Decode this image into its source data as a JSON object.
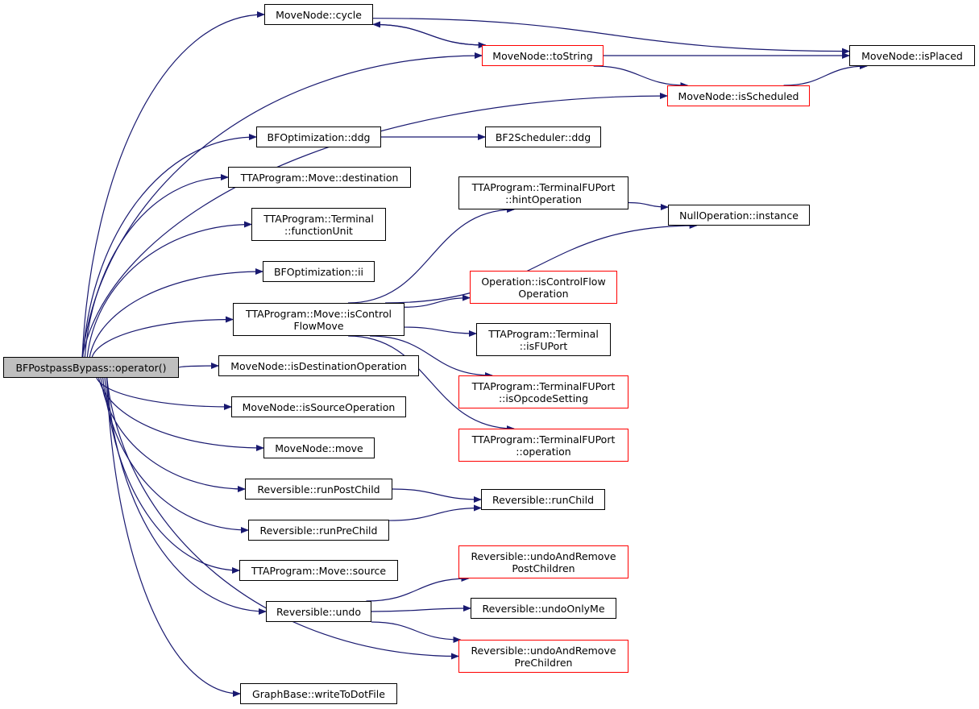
{
  "colors": {
    "edge": "#191970",
    "box_border": "#000000",
    "incomplete_border": "#ff0000",
    "root_fill": "#bfbfbf"
  },
  "nodes": {
    "root": {
      "lines": [
        "BFPostpassBypass::operator()"
      ]
    },
    "cycle": {
      "lines": [
        "MoveNode::cycle"
      ]
    },
    "toString": {
      "lines": [
        "MoveNode::toString"
      ]
    },
    "isPlaced": {
      "lines": [
        "MoveNode::isPlaced"
      ]
    },
    "isScheduled": {
      "lines": [
        "MoveNode::isScheduled"
      ]
    },
    "bfoptDdg": {
      "lines": [
        "BFOptimization::ddg"
      ]
    },
    "bf2Ddg": {
      "lines": [
        "BF2Scheduler::ddg"
      ]
    },
    "moveDestination": {
      "lines": [
        "TTAProgram::Move::destination"
      ]
    },
    "terminalFunctionUnit": {
      "lines": [
        "TTAProgram::Terminal",
        "::functionUnit"
      ]
    },
    "bfoptIi": {
      "lines": [
        "BFOptimization::ii"
      ]
    },
    "isControlFlowMove": {
      "lines": [
        "TTAProgram::Move::isControl",
        "FlowMove"
      ]
    },
    "hintOperation": {
      "lines": [
        "TTAProgram::TerminalFUPort",
        "::hintOperation"
      ]
    },
    "nullOperation": {
      "lines": [
        "NullOperation::instance"
      ]
    },
    "isControlFlowOperation": {
      "lines": [
        "Operation::isControlFlow",
        "Operation"
      ]
    },
    "isFUPort": {
      "lines": [
        "TTAProgram::Terminal",
        "::isFUPort"
      ]
    },
    "isOpcodeSetting": {
      "lines": [
        "TTAProgram::TerminalFUPort",
        "::isOpcodeSetting"
      ]
    },
    "fuPortOperation": {
      "lines": [
        "TTAProgram::TerminalFUPort",
        "::operation"
      ]
    },
    "isDestinationOperation": {
      "lines": [
        "MoveNode::isDestinationOperation"
      ]
    },
    "isSourceOperation": {
      "lines": [
        "MoveNode::isSourceOperation"
      ]
    },
    "moveNodeMove": {
      "lines": [
        "MoveNode::move"
      ]
    },
    "runPostChild": {
      "lines": [
        "Reversible::runPostChild"
      ]
    },
    "runChild": {
      "lines": [
        "Reversible::runChild"
      ]
    },
    "runPreChild": {
      "lines": [
        "Reversible::runPreChild"
      ]
    },
    "moveSource": {
      "lines": [
        "TTAProgram::Move::source"
      ]
    },
    "undo": {
      "lines": [
        "Reversible::undo"
      ]
    },
    "undoAndRemovePostChildren": {
      "lines": [
        "Reversible::undoAndRemove",
        "PostChildren"
      ]
    },
    "undoOnlyMe": {
      "lines": [
        "Reversible::undoOnlyMe"
      ]
    },
    "undoAndRemovePreChildren": {
      "lines": [
        "Reversible::undoAndRemove",
        "PreChildren"
      ]
    },
    "writeToDotFile": {
      "lines": [
        "GraphBase::writeToDotFile"
      ]
    }
  },
  "edges": [
    [
      "root",
      "cycle"
    ],
    [
      "root",
      "toString"
    ],
    [
      "root",
      "isScheduled"
    ],
    [
      "root",
      "bfoptDdg"
    ],
    [
      "root",
      "moveDestination"
    ],
    [
      "root",
      "terminalFunctionUnit"
    ],
    [
      "root",
      "bfoptIi"
    ],
    [
      "root",
      "isControlFlowMove"
    ],
    [
      "root",
      "isDestinationOperation"
    ],
    [
      "root",
      "isSourceOperation"
    ],
    [
      "root",
      "moveNodeMove"
    ],
    [
      "root",
      "runPostChild"
    ],
    [
      "root",
      "runPreChild"
    ],
    [
      "root",
      "moveSource"
    ],
    [
      "root",
      "undo"
    ],
    [
      "root",
      "undoAndRemovePreChildren"
    ],
    [
      "root",
      "writeToDotFile"
    ],
    [
      "cycle",
      "toString"
    ],
    [
      "cycle",
      "isPlaced"
    ],
    [
      "toString",
      "cycle"
    ],
    [
      "toString",
      "isPlaced"
    ],
    [
      "toString",
      "isScheduled"
    ],
    [
      "isScheduled",
      "isPlaced"
    ],
    [
      "bfoptDdg",
      "bf2Ddg"
    ],
    [
      "isControlFlowMove",
      "hintOperation"
    ],
    [
      "isControlFlowMove",
      "nullOperation"
    ],
    [
      "isControlFlowMove",
      "isControlFlowOperation"
    ],
    [
      "isControlFlowMove",
      "isFUPort"
    ],
    [
      "isControlFlowMove",
      "isOpcodeSetting"
    ],
    [
      "isControlFlowMove",
      "fuPortOperation"
    ],
    [
      "hintOperation",
      "nullOperation"
    ],
    [
      "runPostChild",
      "runChild"
    ],
    [
      "runPreChild",
      "runChild"
    ],
    [
      "undo",
      "undoAndRemovePostChildren"
    ],
    [
      "undo",
      "undoOnlyMe"
    ],
    [
      "undo",
      "undoAndRemovePreChildren"
    ]
  ]
}
